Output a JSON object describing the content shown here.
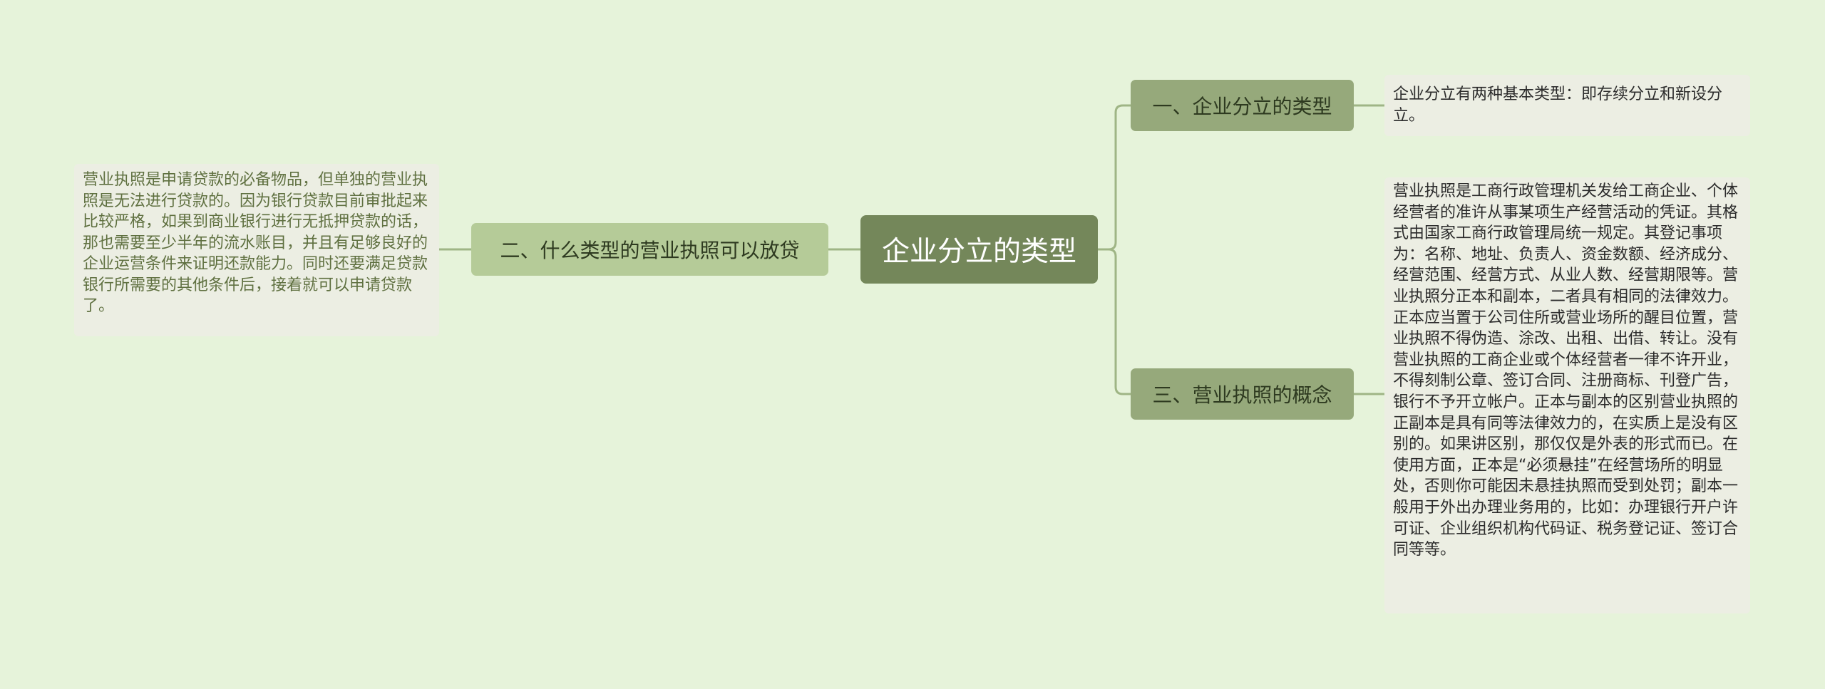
{
  "mindmap": {
    "root": {
      "label": "企业分立的类型"
    },
    "branches": [
      {
        "label": "一、企业分立的类型",
        "detail": "企业分立有两种基本类型：即存续分立和新设分立。"
      },
      {
        "label": "二、什么类型的营业执照可以放贷",
        "detail": "营业执照是申请贷款的必备物品，但单独的营业执照是无法进行贷款的。因为银行贷款目前审批起来比较严格，如果到商业银行进行无抵押贷款的话，那也需要至少半年的流水账目，并且有足够良好的企业运营条件来证明还款能力。同时还要满足贷款银行所需要的其他条件后，接着就可以申请贷款了。"
      },
      {
        "label": "三、营业执照的概念",
        "detail": "营业执照是工商行政管理机关发给工商企业、个体经营者的准许从事某项生产经营活动的凭证。其格式由国家工商行政管理局统一规定。其登记事项为：名称、地址、负责人、资金数额、经济成分、经营范围、经营方式、从业人数、经营期限等。营业执照分正本和副本，二者具有相同的法律效力。正本应当置于公司住所或营业场所的醒目位置，营业执照不得伪造、涂改、出租、出借、转让。没有营业执照的工商企业或个体经营者一律不许开业，不得刻制公章、签订合同、注册商标、刊登广告，银行不予开立帐户。正本与副本的区别营业执照的正副本是具有同等法律效力的，在实质上是没有区别的。如果讲区别，那仅仅是外表的形式而已。在使用方面，正本是“必须悬挂”在经营场所的明显处，否则你可能因未悬挂执照而受到处罚；副本一般用于外出办理业务用的，比如：办理银行开户许可证、企业组织机构代码证、税务登记证、签订合同等等。"
      }
    ]
  },
  "colors": {
    "background": "#e6f3da",
    "root": "#74875a",
    "branch": "#96a97b",
    "branch_left": "#b5cb98",
    "leaf": "#eceee3",
    "connector": "#9fb585"
  }
}
